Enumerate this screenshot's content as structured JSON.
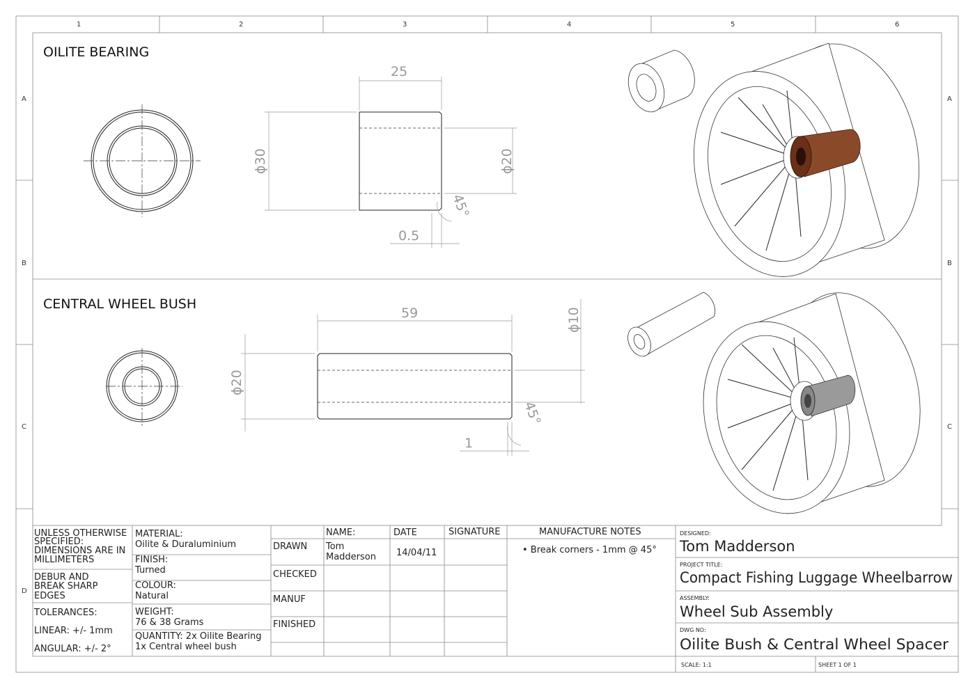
{
  "zones": {
    "columns": [
      "1",
      "2",
      "3",
      "4",
      "5",
      "6"
    ],
    "rows": [
      "A",
      "B",
      "C",
      "D"
    ]
  },
  "views": {
    "oilite": {
      "title": "OILITE BEARING",
      "dim_length": "25",
      "dim_outer": "ϕ30",
      "dim_inner": "ϕ20",
      "dim_chamfer": "0.5",
      "dim_angle": "45°"
    },
    "bush": {
      "title": "CENTRAL WHEEL BUSH",
      "dim_length": "59",
      "dim_outer": "ϕ20",
      "dim_inner": "ϕ10",
      "dim_chamfer": "1",
      "dim_angle": "45°"
    }
  },
  "colors": {
    "bearing": "#8a4a2a",
    "bush": "#7a7a7a"
  },
  "title_block": {
    "notes": [
      "UNLESS OTHERWISE",
      "SPECIFIED:",
      "DIMENSIONS ARE IN",
      "MILLIMETERS"
    ],
    "debur": [
      "DEBUR AND",
      "BREAK SHARP",
      "EDGES"
    ],
    "tolerances": "TOLERANCES:",
    "linear": "LINEAR:  +/- 1mm",
    "angular": "ANGULAR:  +/- 2°",
    "material_label": "MATERIAL:",
    "material": "Oilite & Duraluminium",
    "finish_label": "FINISH:",
    "finish": "Turned",
    "colour_label": "COLOUR:",
    "colour": "Natural",
    "weight_label": "WEIGHT:",
    "weight": "76 & 38 Grams",
    "quantity": "QUANTITY: 2x Oilite Bearing",
    "quantity2": "1x Central wheel bush",
    "headers": {
      "name": "NAME:",
      "date": "DATE",
      "signature": "SIGNATURE",
      "notes": "MANUFACTURE NOTES"
    },
    "rows": {
      "drawn": "DRAWN",
      "checked": "CHECKED",
      "manuf": "MANUF",
      "finished": "FINISHED"
    },
    "drawn_name": [
      "Tom",
      "Madderson"
    ],
    "drawn_date": "14/04/11",
    "manufacture_note": "• Break corners - 1mm @ 45°",
    "designed_label": "DESIGNED:",
    "designed": "Tom Madderson",
    "project_label": "PROJECT TITLE:",
    "project": "Compact Fishing Luggage Wheelbarrow",
    "assembly_label": "ASSEMBLY:",
    "assembly": "Wheel Sub Assembly",
    "dwg_label": "DWG NO:",
    "dwg": "Oilite Bush & Central Wheel Spacer",
    "scale": "SCALE: 1:1",
    "sheet": "SHEET 1 OF 1"
  }
}
